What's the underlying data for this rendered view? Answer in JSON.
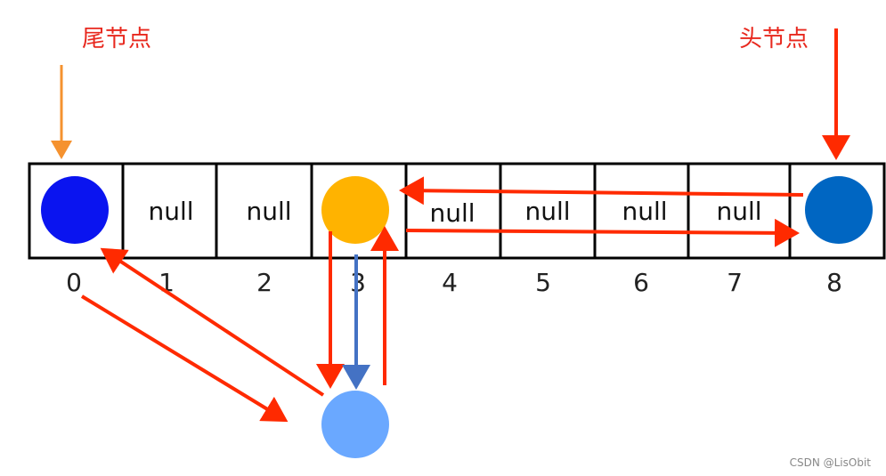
{
  "labels": {
    "tail": "尾节点",
    "head": "头节点"
  },
  "cells": [
    "",
    "null",
    "null",
    "",
    "null",
    "null",
    "null",
    "null",
    ""
  ],
  "indices": [
    "0",
    "1",
    "2",
    "3",
    "4",
    "5",
    "6",
    "7",
    "8"
  ],
  "watermark": "CSDN @LisObit",
  "colors": {
    "tail_node": "#0a14f0",
    "current_node": "#ffb300",
    "head_node": "#0066c2",
    "new_node": "#6aa8ff",
    "red_arrow": "#ff2a00",
    "orange_arrow": "#f5922f",
    "blue_arrow": "#4472c4"
  }
}
